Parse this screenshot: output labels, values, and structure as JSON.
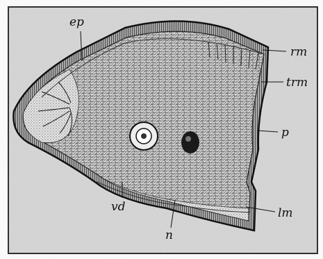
{
  "figure": {
    "labels": {
      "ep": "ep",
      "rm": "rm",
      "trm": "trm",
      "p": "p",
      "lm": "lm",
      "vd": "vd",
      "n": "n"
    }
  }
}
